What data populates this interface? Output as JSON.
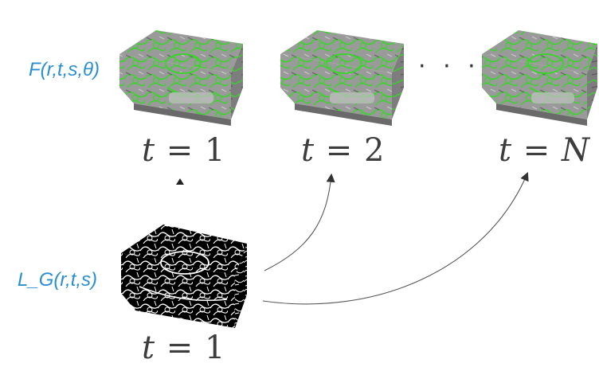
{
  "labels": {
    "feature_function": "F(r,t,s,θ)",
    "gabor_label": "L_G(r,t,s)",
    "ellipsis": "· · ·"
  },
  "time_steps": [
    {
      "var": "t",
      "eq": "=",
      "value": "1"
    },
    {
      "var": "t",
      "eq": "=",
      "value": "2"
    },
    {
      "var": "t",
      "eq": "=",
      "value": "N"
    }
  ],
  "bottom_time": {
    "var": "t",
    "eq": "=",
    "value": "1"
  },
  "colors": {
    "label_blue": "#2a8fd0",
    "overlay_green": "#39d62a",
    "volume_gray": "#8a8a8a",
    "arrow": "#555555"
  }
}
